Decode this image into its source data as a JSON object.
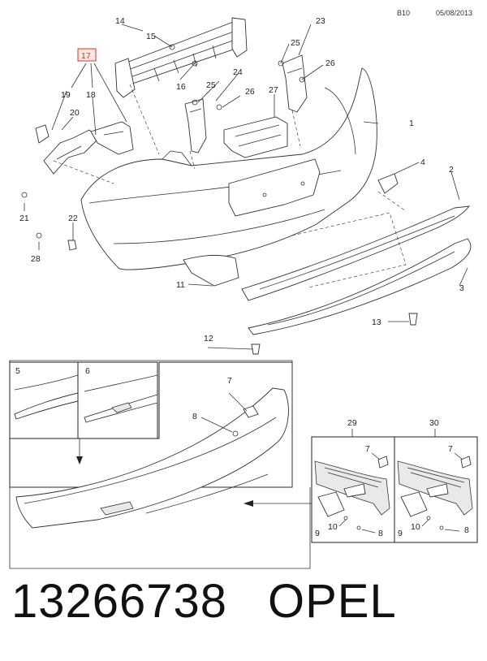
{
  "header": {
    "sheet": "B10",
    "date": "05/08/2013"
  },
  "highlight_color": "#e0301e",
  "callouts": {
    "c1": "1",
    "c2": "2",
    "c3": "3",
    "c4": "4",
    "c11": "11",
    "c12": "12",
    "c13": "13",
    "c14": "14",
    "c15": "15",
    "c16": "16",
    "c17": "17",
    "c18": "18",
    "c19": "19",
    "c20": "20",
    "c21": "21",
    "c22": "22",
    "c23": "23",
    "c24": "24",
    "c25a": "25",
    "c25b": "25",
    "c26a": "26",
    "c26b": "26",
    "c27": "27",
    "c28": "28",
    "d5": "5",
    "d6": "6",
    "d7": "7",
    "d8": "8",
    "b29": "29",
    "b7a": "7",
    "b9a": "9",
    "b10a": "10",
    "b8a": "8",
    "b30": "30",
    "b7b": "7",
    "b9b": "9",
    "b10b": "10",
    "b8b": "8"
  },
  "footer": {
    "part_number": "13266738",
    "brand": "OPEL"
  }
}
